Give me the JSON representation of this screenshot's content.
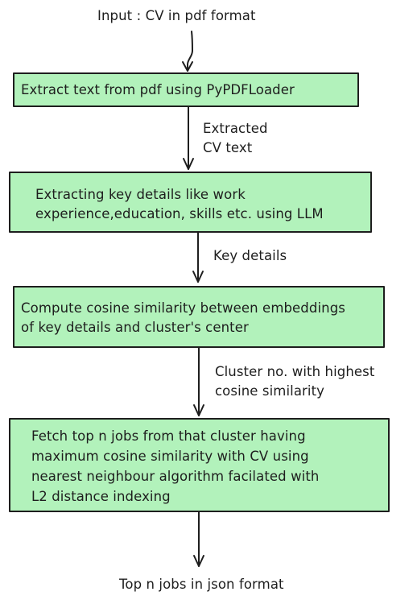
{
  "input_label": "Input : CV in pdf format",
  "output_label": "Top n jobs in json format",
  "steps": [
    {
      "lines": [
        "Extract text from pdf using PyPDFLoader"
      ]
    },
    {
      "lines": [
        "Extracting key details like work",
        "experience,education, skills etc. using LLM"
      ]
    },
    {
      "lines": [
        "Compute cosine similarity between embeddings",
        "of key details and cluster's center"
      ]
    },
    {
      "lines": [
        "Fetch top n jobs from that cluster having",
        "maximum cosine similarity with CV using",
        "nearest neighbour algorithm facilated with",
        "L2 distance indexing"
      ]
    }
  ],
  "edge_labels": [
    {
      "lines": [
        "Extracted",
        "CV text"
      ]
    },
    {
      "lines": [
        "Key details"
      ]
    },
    {
      "lines": [
        "Cluster no. with highest",
        "cosine similarity"
      ]
    }
  ],
  "colors": {
    "box_fill": "#b2f2bb",
    "stroke": "#1e1e1e",
    "background": "#ffffff"
  }
}
